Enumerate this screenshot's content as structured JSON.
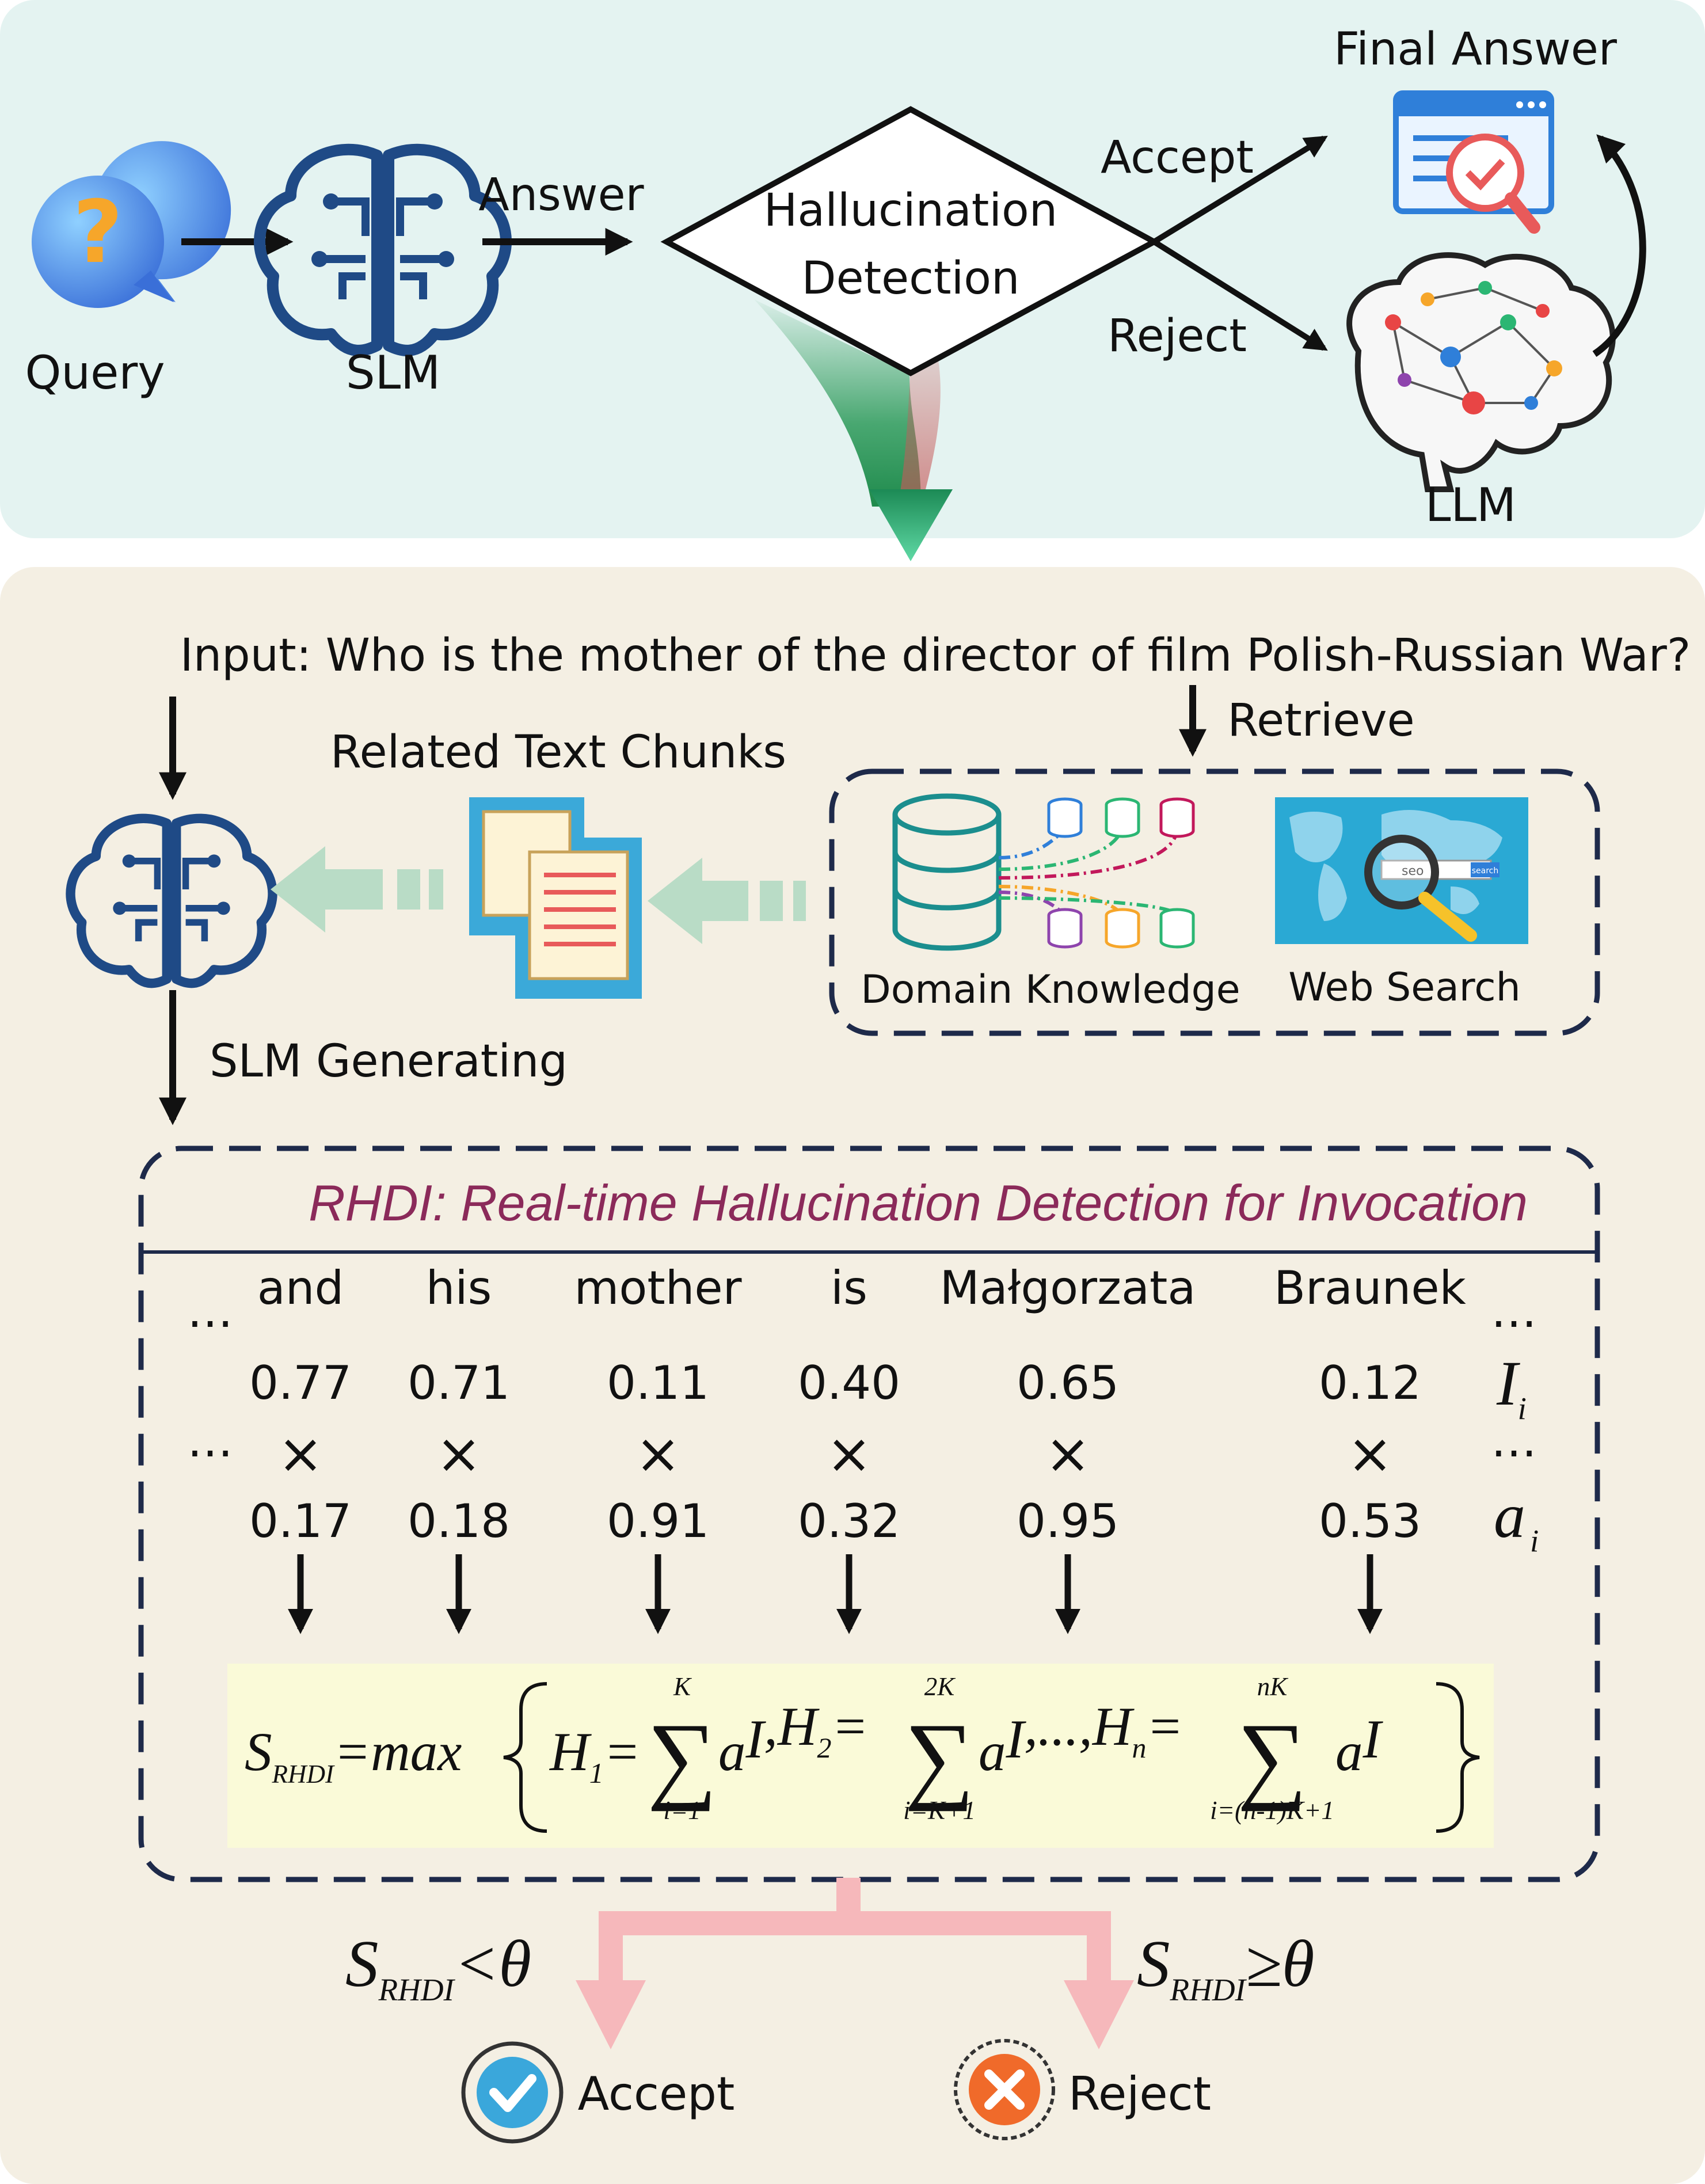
{
  "top": {
    "query_label": "Query",
    "slm_label": "SLM",
    "answer_label": "Answer",
    "detection_line1": "Hallucination",
    "detection_line2": "Detection",
    "accept_label": "Accept",
    "reject_label": "Reject",
    "final_answer_label": "Final Answer",
    "llm_label": "LLM"
  },
  "bottom": {
    "input_text": "Input: Who is the mother of the director of film Polish-Russian War?",
    "retrieve_label": "Retrieve",
    "related_chunks_label": "Related Text Chunks",
    "domain_knowledge_label": "Domain Knowledge",
    "web_search_label": "Web Search",
    "search_box_text": "seo",
    "search_button_text": "search",
    "slm_generating_label": "SLM Generating"
  },
  "rhdi": {
    "title": "RHDI: Real-time Hallucination Detection for Invocation",
    "ellipsis": "…",
    "times": "×",
    "tokens": [
      {
        "word": "and",
        "I": "0.77",
        "a": "0.17"
      },
      {
        "word": "his",
        "I": "0.71",
        "a": "0.18"
      },
      {
        "word": "mother",
        "I": "0.11",
        "a": "0.91"
      },
      {
        "word": "is",
        "I": "0.40",
        "a": "0.32"
      },
      {
        "word": "Małgorzata",
        "I": "0.65",
        "a": "0.95"
      },
      {
        "word": "Braunek",
        "I": "0.12",
        "a": "0.53"
      }
    ],
    "I_symbol": "I",
    "a_symbol": "a",
    "sub_i": "i",
    "formula": {
      "S": "S",
      "sub_rhdi": "RHDI",
      "eq_max": "=max",
      "H": "H",
      "sub1": "1",
      "sub2": "2",
      "subn": "n",
      "eq": "=",
      "sigma": "∑",
      "upper1": "K",
      "lower1": "i=1",
      "upper2": "2K",
      "lower2": "i=K+1",
      "upper3": "nK",
      "lower3": "i=(n-1)K+1",
      "ai": "a",
      "Ii": "I",
      "sep_dots": ",...,",
      "comma": ","
    }
  },
  "outcome": {
    "accept_condition_rel": "<θ",
    "reject_condition_rel": "≥θ",
    "accept_label": "Accept",
    "reject_label": "Reject"
  },
  "colors": {
    "top_panel_bg": "#e4f3f1",
    "bottom_panel_bg": "#f4efe3",
    "dashed_border": "#1e2a4a",
    "rhdi_title": "#8b2a5a",
    "formula_bg": "#fafad8",
    "green_arrow": "#b9dcc6",
    "pink_arrow": "#f6b8bb",
    "brain_blue": "#1f4a86",
    "teal": "#1b8e8e"
  }
}
